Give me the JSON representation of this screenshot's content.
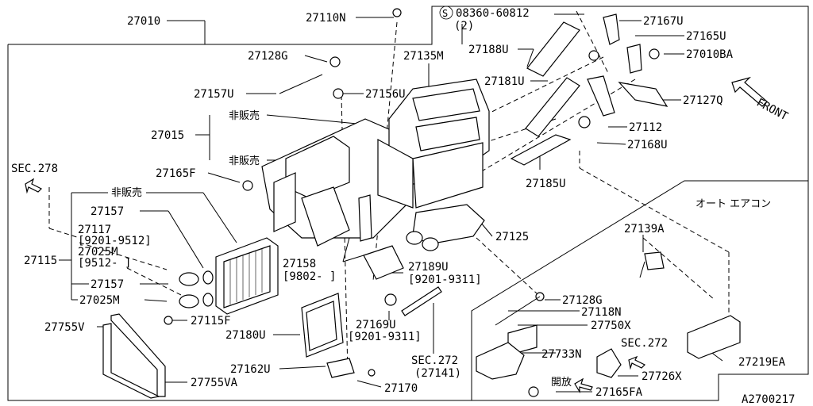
{
  "diagram": {
    "labels": {
      "p27010": "27010",
      "p27110N": "27110N",
      "p08360": "08360-60812",
      "p08360_qty": "(2)",
      "p27167U": "27167U",
      "p27165U": "27165U",
      "p27010BA": "27010BA",
      "p27128G_top": "27128G",
      "p27135M": "27135M",
      "p27188U": "27188U",
      "p27181U": "27181U",
      "p27157U": "27157U",
      "p27156U": "27156U",
      "p27127Q": "27127Q",
      "front": "FRONT",
      "p27015": "27015",
      "hihanbai_1": "非販売",
      "hihanbai_2": "非販売",
      "hihanbai_3": "非販売",
      "p27112": "27112",
      "p27168U": "27168U",
      "sec278": "SEC.278",
      "p27165F": "27165F",
      "p27185U": "27185U",
      "auto_aircon": "オート エアコン",
      "p27157_a": "27157",
      "p27117": "27117",
      "p27117_range": "[9201-9512]",
      "p27025M_a": "27025M",
      "p27025M_range": "[9512-   ]",
      "p27115": "27115",
      "p27157_b": "27157",
      "p27025M_b": "27025M",
      "p27115F": "27115F",
      "p27125": "27125",
      "p27139A": "27139A",
      "p27158": "27158",
      "p27158_range": "[9802-   ]",
      "p27189U": "27189U",
      "p27189U_range": "[9201-9311]",
      "p27128G_bot": "27128G",
      "p27118N": "27118N",
      "p27755V": "27755V",
      "p27169U": "27169U",
      "p27169U_range": "[9201-9311]",
      "p27750X": "27750X",
      "p27180U": "27180U",
      "sec272_a": "SEC.272",
      "p27733N": "27733N",
      "p27219EA": "27219EA",
      "sec272_b": "SEC.272",
      "sec272_b_sub": "(27141)",
      "p27162U": "27162U",
      "p27726X": "27726X",
      "p27755VA": "27755VA",
      "p27170": "27170",
      "kaiho": "開放",
      "p27165FA": "27165FA",
      "figure_id": "A2700217"
    }
  }
}
